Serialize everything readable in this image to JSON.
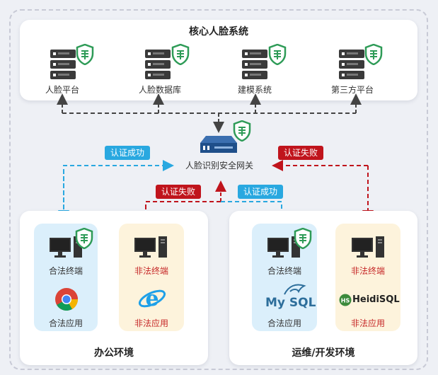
{
  "core": {
    "title": "核心人脸系统",
    "servers": [
      "人脸平台",
      "人脸数据库",
      "建模系统",
      "第三方平台"
    ]
  },
  "gateway": {
    "label": "人脸识别安全网关"
  },
  "badges": {
    "left_success": "认证成功",
    "right_fail": "认证失败",
    "mid_fail": "认证失败",
    "mid_success": "认证成功"
  },
  "office": {
    "title": "办公环境",
    "legal_terminal": "合法终端",
    "legal_app": "合法应用",
    "illegal_terminal": "非法终端",
    "illegal_app": "非法应用"
  },
  "devops": {
    "title": "运维/开发环境",
    "legal_terminal": "合法终端",
    "legal_app": "合法应用",
    "illegal_terminal": "非法终端",
    "illegal_app": "非法应用",
    "mysql_logo": "My SQL",
    "heidi_logo": "HeidiSQL",
    "heidi_mark": "HS"
  },
  "colors": {
    "success": "#29a8e0",
    "fail": "#c0141c",
    "neutral_line": "#444444",
    "shield": "#2e9b57"
  },
  "icons": [
    "server-icon",
    "shield-icon",
    "gateway-icon",
    "monitor-icon",
    "chrome-icon",
    "ie-icon",
    "mysql-icon",
    "heidisql-icon"
  ]
}
